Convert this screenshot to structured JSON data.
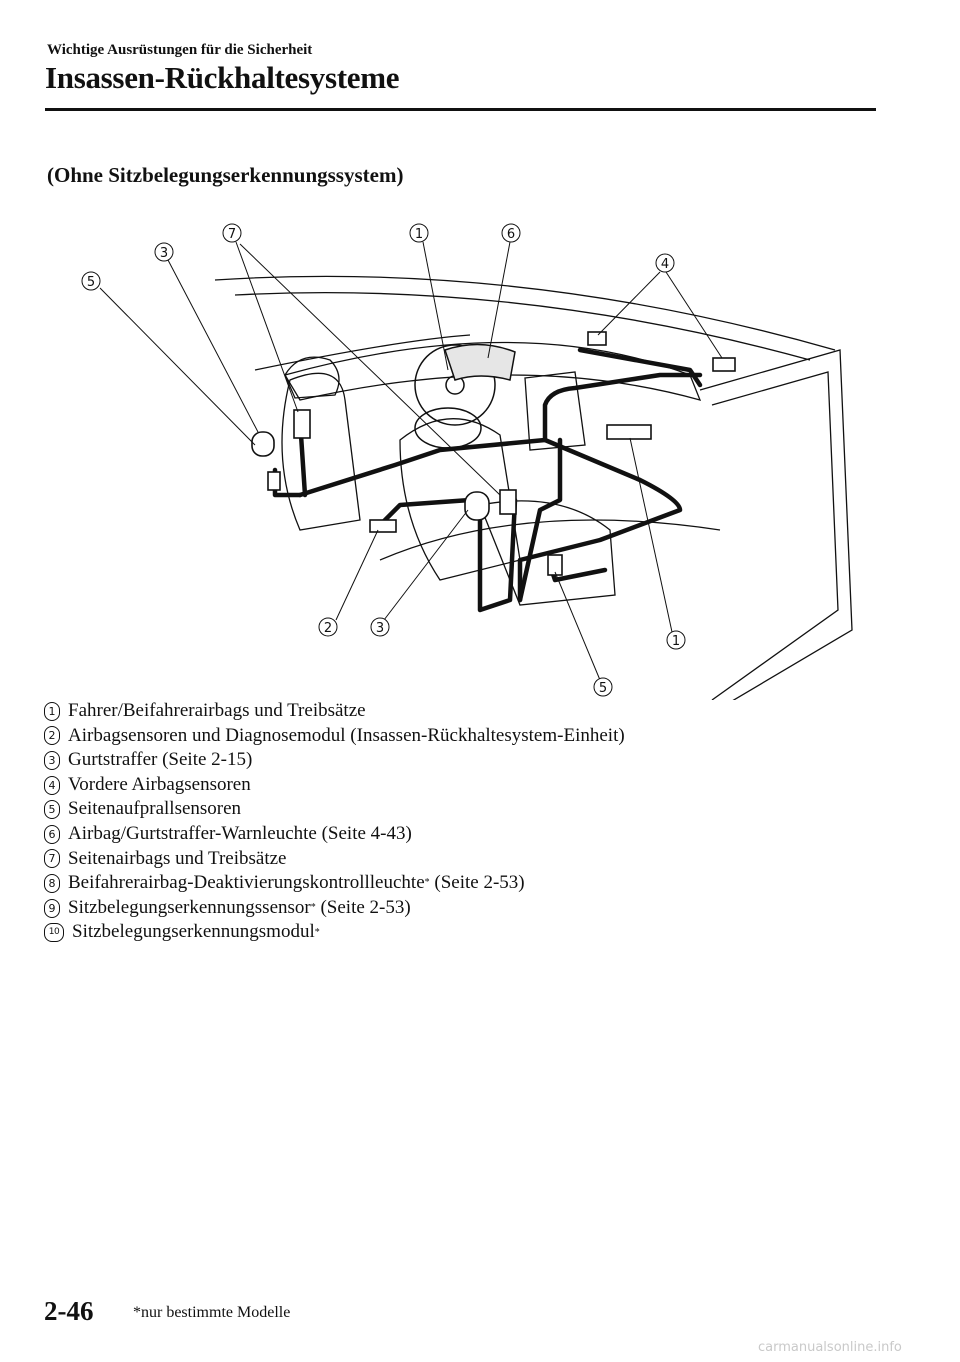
{
  "header": {
    "section": "Wichtige Ausrüstungen für die Sicherheit",
    "title": "Insassen-Rückhaltesysteme"
  },
  "subtitle": "(Ohne Sitzbelegungserkennungssystem)",
  "diagram": {
    "callouts": [
      "1",
      "2",
      "3",
      "3",
      "4",
      "5",
      "5",
      "6",
      "7",
      "1"
    ]
  },
  "legend": [
    {
      "num": "1",
      "text": "Fahrer/Beifahrerairbags und Treibsätze",
      "suffix": ""
    },
    {
      "num": "2",
      "text": "Airbagsensoren und Diagnosemodul (Insassen-Rückhaltesystem-Einheit)",
      "suffix": ""
    },
    {
      "num": "3",
      "text": "Gurtstraffer (Seite 2-15)",
      "suffix": ""
    },
    {
      "num": "4",
      "text": "Vordere Airbagsensoren",
      "suffix": ""
    },
    {
      "num": "5",
      "text": "Seitenaufprallsensoren",
      "suffix": ""
    },
    {
      "num": "6",
      "text": "Airbag/Gurtstraffer-Warnleuchte (Seite 4-43)",
      "suffix": ""
    },
    {
      "num": "7",
      "text": "Seitenairbags und Treibsätze",
      "suffix": ""
    },
    {
      "num": "8",
      "text": "Beifahrerairbag-Deaktivierungskontrollleuchte",
      "suffix": " (Seite 2-53)"
    },
    {
      "num": "9",
      "text": "Sitzbelegungserkennungssensor",
      "suffix": " (Seite 2-53)"
    },
    {
      "num": "10",
      "text": "Sitzbelegungserkennungsmodul",
      "suffix": ""
    }
  ],
  "asterisk": "*",
  "footer": {
    "page_number": "2-46",
    "footnote": "*nur bestimmte Modelle"
  },
  "watermark": "carmanualsonline.info"
}
